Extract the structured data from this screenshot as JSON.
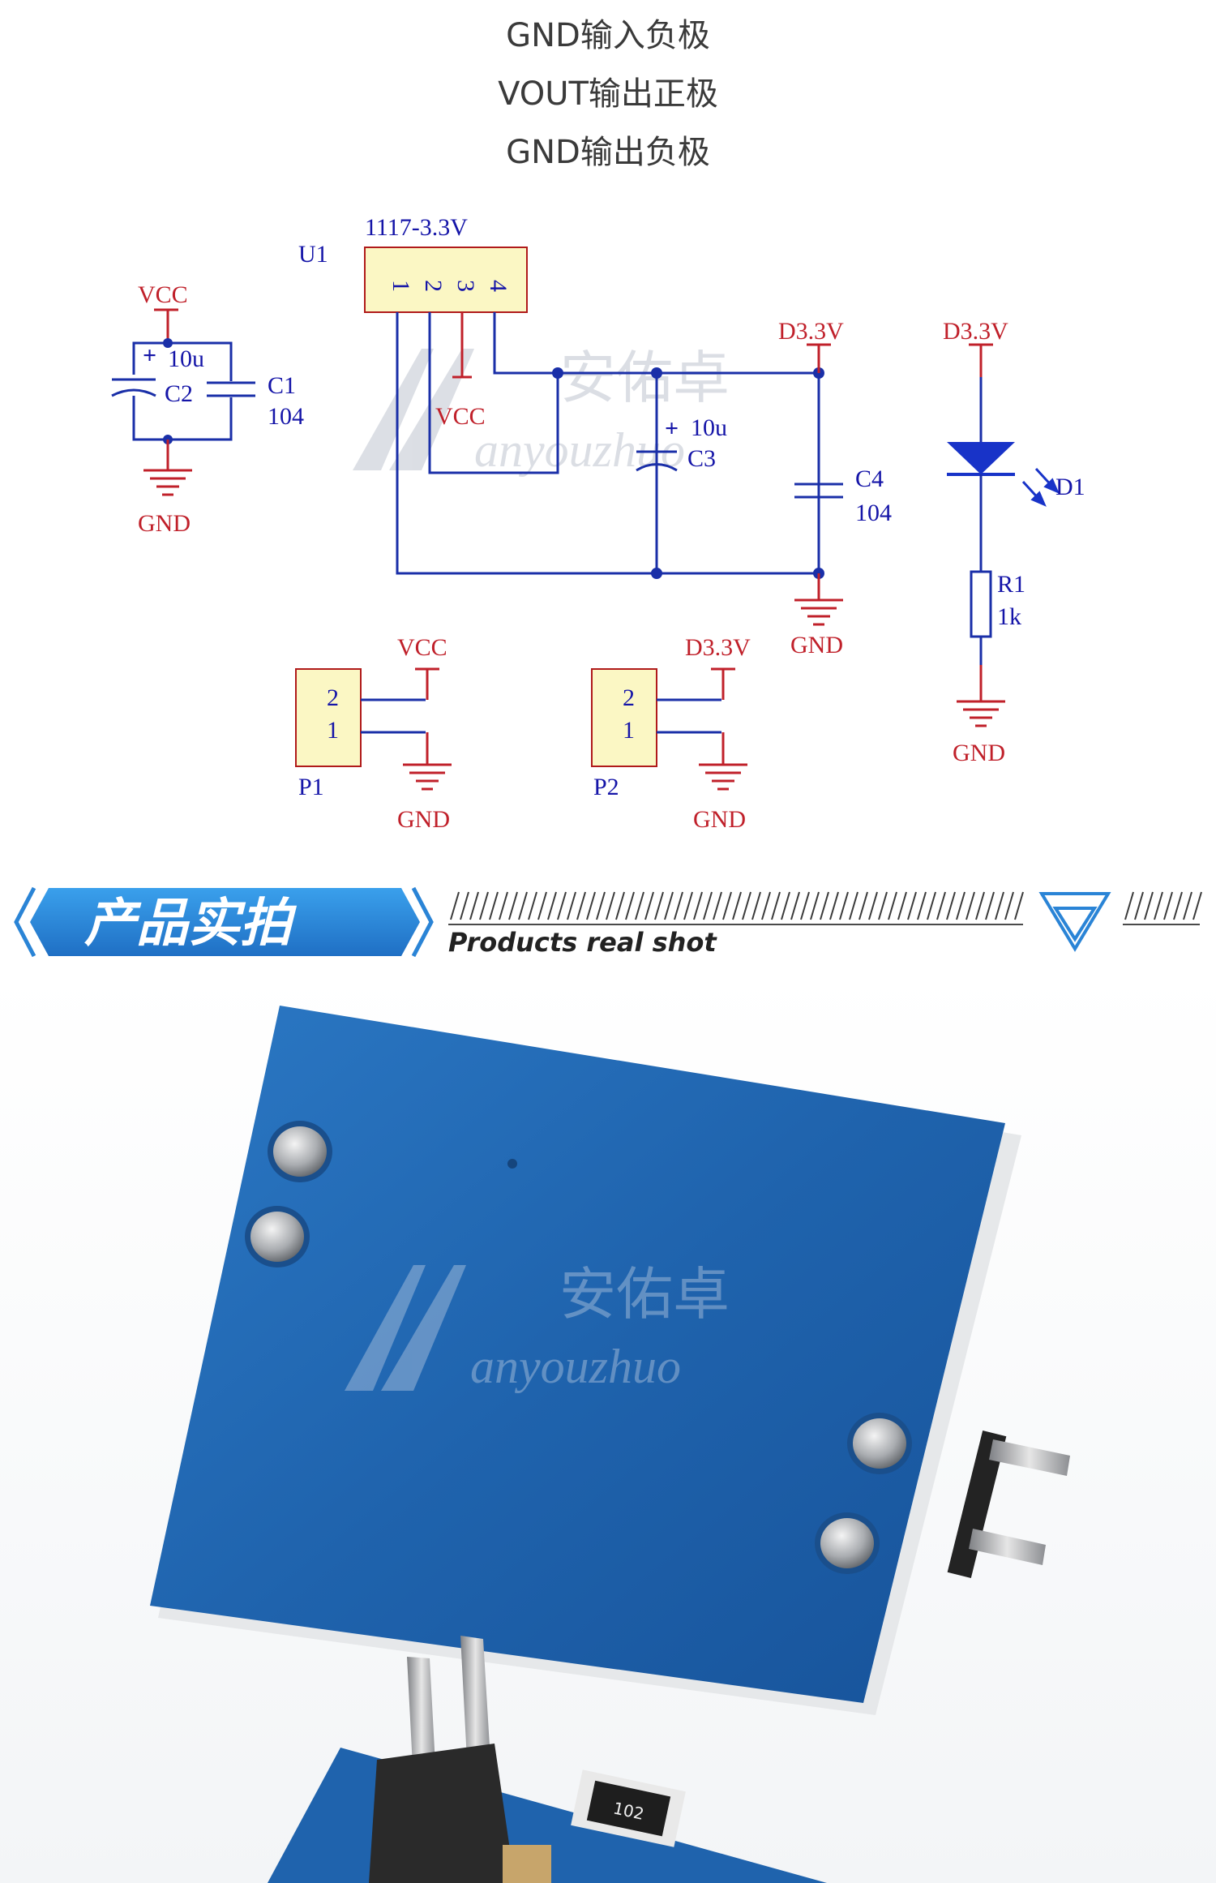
{
  "header_lines": [
    "GND输入负极",
    "VOUT输出正极",
    "GND输出负极"
  ],
  "schematic": {
    "u1_name": "U1",
    "u1_part": "1117-3.3V",
    "u1_pins": [
      "1",
      "2",
      "3",
      "4"
    ],
    "vcc": "VCC",
    "gnd": "GND",
    "d33": "D3.3V",
    "c1": "C1",
    "c1_val": "104",
    "c2": "C2",
    "c2_val": "10u",
    "c3": "C3",
    "c3_val": "10u",
    "c4": "C4",
    "c4_val": "104",
    "d1": "D1",
    "r1": "R1",
    "r1_val": "1k",
    "p1": "P1",
    "p2": "P2",
    "pin2": "2",
    "pin1": "1",
    "plus": "+"
  },
  "watermark": {
    "cn": "安佑卓",
    "en": "anyouzhuo"
  },
  "banner": {
    "title": "产品实拍",
    "subtitle": "Products real shot"
  },
  "photo": {
    "resistor_code": "102"
  },
  "colors": {
    "schematic_wire": "#1a2fa8",
    "schematic_power": "#c0202a",
    "pcb_blue": "#1f5fae",
    "banner_blue": "#2a84d6"
  }
}
